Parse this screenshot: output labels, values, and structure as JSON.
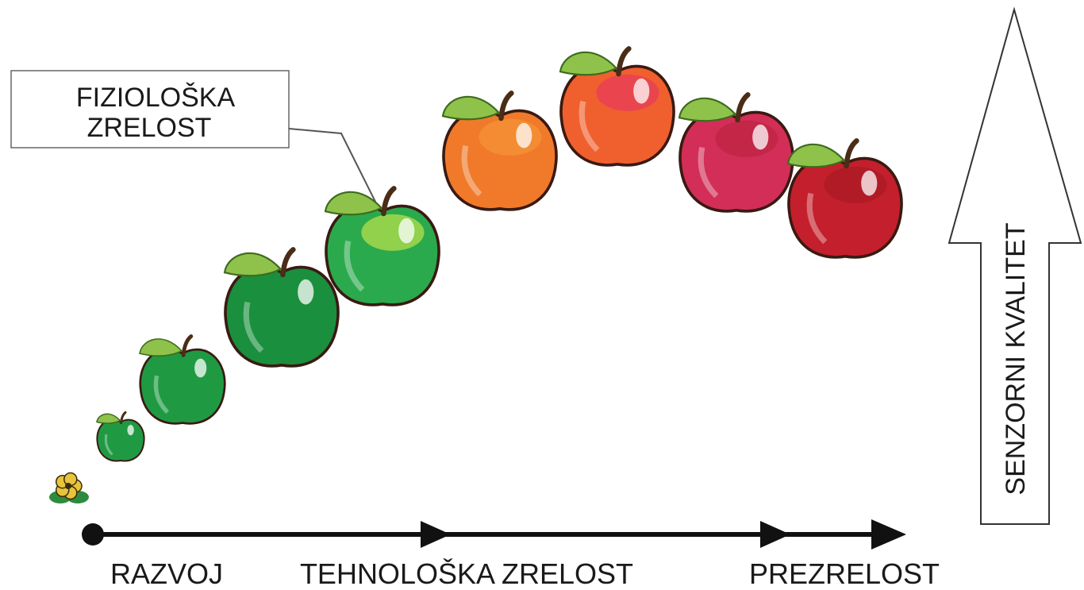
{
  "callout": {
    "line1": "FIZIOLOŠKA",
    "line2": "ZRELOST"
  },
  "quality_arrow_label": "SENZORNI KVALITET",
  "timeline_labels": {
    "start": "RAZVOJ",
    "middle": "TEHNOLOŠKA ZRELOST",
    "end": "PREZRELOST"
  },
  "colors": {
    "line": "#111111",
    "leaf": "#8fc24a",
    "stem": "#4a2d16",
    "green_fruit": "#1f9a43",
    "transition_fruit": "#2aaa4c",
    "orange_fruit": "#f07a2a",
    "pink_fruit": "#d8325a",
    "red_fruit": "#c41f2c",
    "blossom": "#e8c43a"
  },
  "stages": [
    {
      "name": "blossom-stage",
      "type": "blossom",
      "fill": "#e8c43a"
    },
    {
      "name": "fruit-stage-1",
      "type": "fruit",
      "fill": "#1f9a43"
    },
    {
      "name": "fruit-stage-2",
      "type": "fruit",
      "fill": "#1f9a43"
    },
    {
      "name": "fruit-stage-3",
      "type": "fruit",
      "fill": "#1a8f3e"
    },
    {
      "name": "fruit-stage-4-physiological-maturity",
      "type": "fruit",
      "fill": "#2aaa4c",
      "blush": "#e6f04a"
    },
    {
      "name": "fruit-stage-5",
      "type": "fruit",
      "fill": "#f07a2a",
      "blush": "#f59b3a"
    },
    {
      "name": "fruit-stage-6",
      "type": "fruit",
      "fill": "#f0602e",
      "blush": "#e6306a"
    },
    {
      "name": "fruit-stage-7",
      "type": "fruit",
      "fill": "#d22e58",
      "blush": "#b7203a"
    },
    {
      "name": "fruit-stage-8",
      "type": "fruit",
      "fill": "#c41f2c",
      "blush": "#a01722"
    }
  ]
}
